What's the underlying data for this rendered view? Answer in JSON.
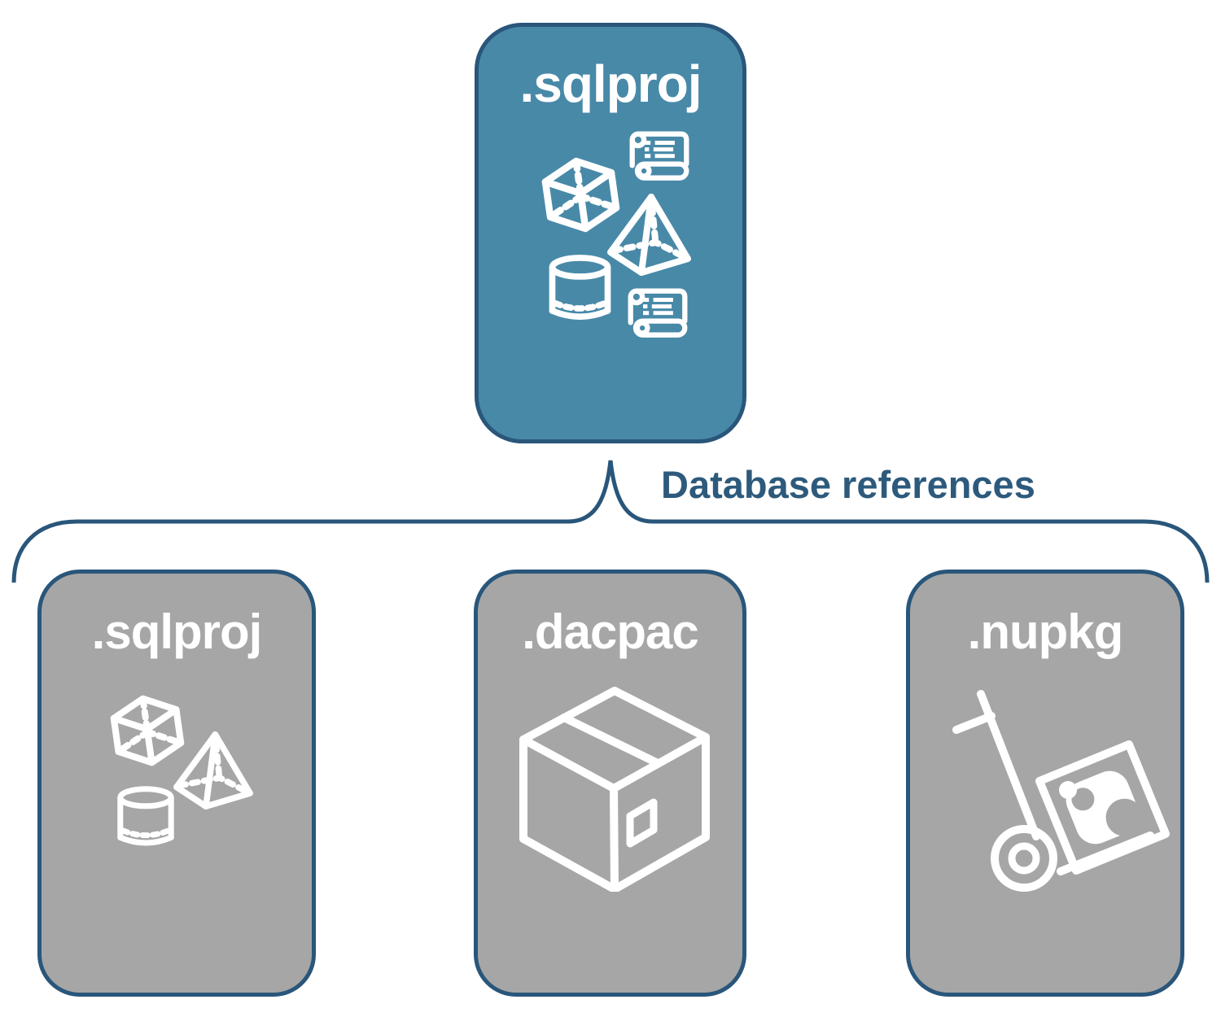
{
  "diagram": {
    "connector_label": "Database references",
    "root": {
      "label": ".sqlproj",
      "icons": [
        "cube-icon",
        "scroll-icon",
        "pyramid-icon",
        "cylinder-icon",
        "scroll-icon"
      ]
    },
    "children": [
      {
        "label": ".sqlproj",
        "icons": [
          "cube-icon",
          "pyramid-icon",
          "cylinder-icon"
        ]
      },
      {
        "label": ".dacpac",
        "icons": [
          "package-box-icon"
        ]
      },
      {
        "label": ".nupkg",
        "icons": [
          "hand-truck-package-icon"
        ]
      }
    ]
  },
  "colors": {
    "background": "#ffffff",
    "root-fill": "#4889a8",
    "child-fill": "#a6a6a6",
    "line": "#29567a",
    "label-text": "#2d5a7c",
    "icon-stroke": "#ffffff",
    "title-text": "#ffffff"
  }
}
